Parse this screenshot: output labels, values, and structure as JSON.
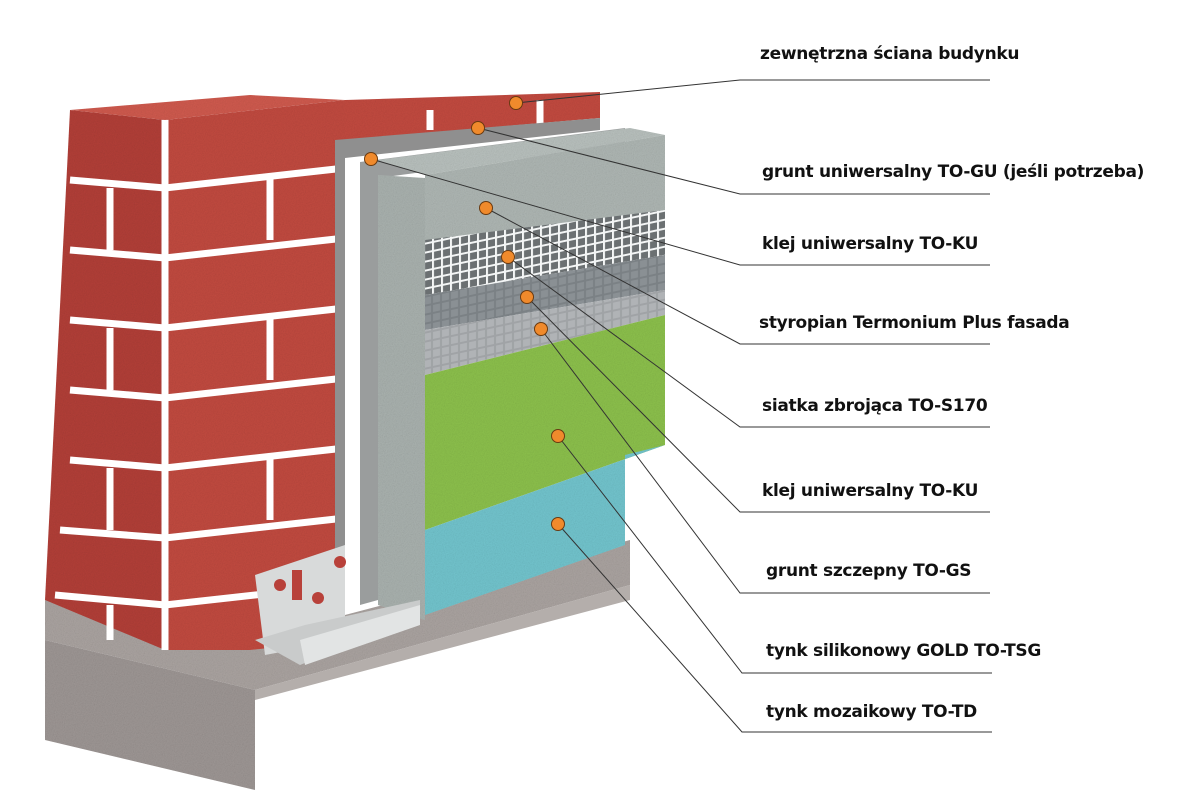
{
  "diagram": {
    "title": "",
    "subject": "ETICS external wall insulation layers",
    "colors": {
      "brick": "#b8413a",
      "mortar": "#ffffff",
      "primer_wall": "#8c8c8c",
      "adhesive": "#9fa4a4",
      "styrofoam": "#a9b2b0",
      "mesh": "#e8ecec",
      "mesh_adhesive": "#8d9294",
      "primer_gs": "#a4a7a9",
      "silicone_plaster": "#8cbf4a",
      "mosaic_plaster": "#6fc3cc",
      "foundation": "#aaa3a0",
      "marker": "#f08a2c",
      "leader_line": "#333333",
      "underline": "#777777"
    },
    "labels": [
      {
        "id": "wall",
        "text": "zewnętrzna ściana budynku"
      },
      {
        "id": "to-gu",
        "text": "grunt uniwersalny TO-GU (jeśli potrzeba)"
      },
      {
        "id": "to-ku-1",
        "text": "klej uniwersalny TO-KU"
      },
      {
        "id": "eps",
        "text": "styropian Termonium Plus fasada"
      },
      {
        "id": "mesh",
        "text": "siatka zbrojąca TO-S170"
      },
      {
        "id": "to-ku-2",
        "text": "klej uniwersalny TO-KU"
      },
      {
        "id": "to-gs",
        "text": "grunt szczepny TO-GS"
      },
      {
        "id": "to-tsg",
        "text": "tynk silikonowy GOLD TO-TSG"
      },
      {
        "id": "to-td",
        "text": "tynk mozaikowy TO-TD"
      }
    ]
  }
}
